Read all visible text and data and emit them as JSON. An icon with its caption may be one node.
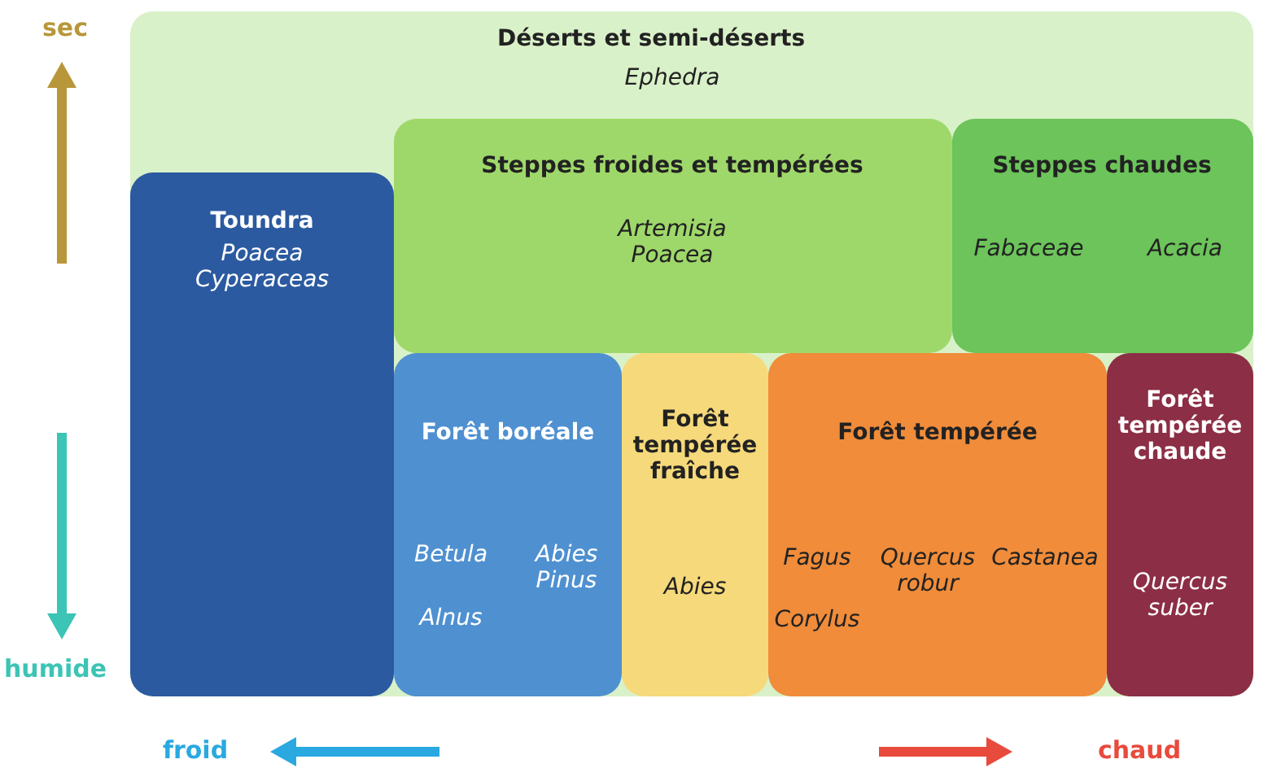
{
  "diagram": {
    "nodes": [
      {
        "text": [
          "Déserts et semi-déserts",
          "Ephedra"
        ]
      },
      {
        "text": [
          "Steppes froides et tempérées",
          "Artemisia Poacea"
        ],
        "in": 0
      },
      {
        "text": [
          "Steppes chaudes",
          "Fabaceae",
          "Acacia"
        ],
        "in": 0
      },
      {
        "text": [
          "Toundra",
          "Poacea Cyperaceas"
        ],
        "in": 0
      },
      {
        "text": [
          "Forêt boréale",
          "Betula",
          "Abies Pinus",
          "Alnus"
        ],
        "in": 0
      },
      {
        "text": [
          "Forêt tempérée fraîche",
          "Abies"
        ],
        "in": 0
      },
      {
        "text": [
          "Forêt tempérée",
          "Fagus",
          "Quercus robur",
          "Castanea",
          "Corylus"
        ],
        "in": 0
      },
      {
        "text": [
          "Forêt tempérée chaude",
          "Quercus suber"
        ],
        "in": 0
      }
    ],
    "edges": [],
    "labels": [
      "sec",
      "humide",
      "froid",
      "chaud"
    ]
  }
}
